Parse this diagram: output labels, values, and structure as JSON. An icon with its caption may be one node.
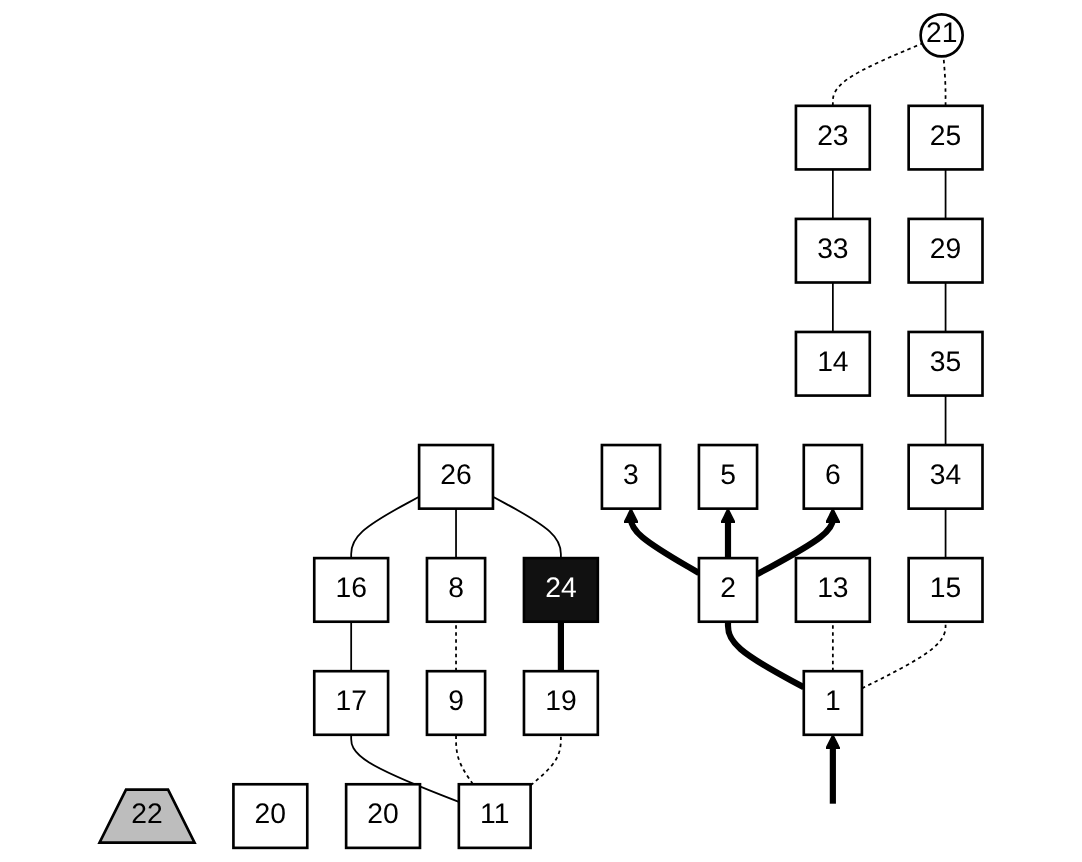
{
  "diagram": {
    "nodes": [
      {
        "text": [
          "21"
        ]
      },
      {
        "text": [
          "23"
        ]
      },
      {
        "text": [
          "25"
        ]
      },
      {
        "text": [
          "29"
        ]
      },
      {
        "text": [
          "22"
        ]
      },
      {
        "text": [
          "33"
        ]
      },
      {
        "text": [
          "19"
        ]
      },
      {
        "text": [
          "24"
        ]
      },
      {
        "text": [
          "26"
        ]
      },
      {
        "text": [
          "35"
        ]
      },
      {
        "text": [
          "3"
        ]
      },
      {
        "text": [
          "20"
        ]
      },
      {
        "text": [
          "20"
        ]
      },
      {
        "text": [
          "5"
        ]
      },
      {
        "text": [
          "2"
        ]
      },
      {
        "text": [
          "6"
        ]
      },
      {
        "text": [
          "9"
        ]
      },
      {
        "text": [
          "8"
        ]
      },
      {
        "text": [
          "11"
        ]
      },
      {
        "text": [
          "17"
        ]
      },
      {
        "text": [
          "16"
        ]
      },
      {
        "text": [
          "14"
        ]
      },
      {
        "text": [
          "13"
        ]
      },
      {
        "text": [
          "1"
        ]
      },
      {
        "text": [
          "15"
        ]
      },
      {
        "text": [
          "34"
        ]
      }
    ],
    "edges": [
      {
        "from": null,
        "to": 23,
        "arrow": "to",
        "style": "thick"
      },
      {
        "from": 23,
        "to": 14,
        "arrow": "none",
        "style": "thick"
      },
      {
        "from": 14,
        "to": 10,
        "arrow": "to",
        "style": "thick"
      },
      {
        "from": 14,
        "to": 13,
        "arrow": "to",
        "style": "thick"
      },
      {
        "from": 14,
        "to": 15,
        "arrow": "to",
        "style": "thick"
      },
      {
        "from": 23,
        "to": 22,
        "arrow": "none",
        "style": "dashed"
      },
      {
        "from": 21,
        "to": 5,
        "arrow": "none"
      },
      {
        "from": 5,
        "to": 1,
        "arrow": "none"
      },
      {
        "from": 1,
        "to": 0,
        "arrow": "none",
        "style": "dashed"
      },
      {
        "from": 23,
        "to": 24,
        "arrow": "none",
        "style": "dashed"
      },
      {
        "from": 24,
        "to": 25,
        "arrow": "none"
      },
      {
        "from": 25,
        "to": 9,
        "arrow": "none"
      },
      {
        "from": 9,
        "to": 3,
        "arrow": "none"
      },
      {
        "from": 3,
        "to": 2,
        "arrow": "none"
      },
      {
        "from": 2,
        "to": 0,
        "arrow": "none",
        "style": "dashed"
      },
      {
        "from": 18,
        "to": 19,
        "arrow": "none"
      },
      {
        "from": 19,
        "to": 20,
        "arrow": "none"
      },
      {
        "from": 18,
        "to": 16,
        "arrow": "none",
        "style": "dashed"
      },
      {
        "from": 16,
        "to": 17,
        "arrow": "none",
        "style": "dashed"
      },
      {
        "from": 18,
        "to": 6,
        "arrow": "none",
        "style": "dashed"
      },
      {
        "from": 20,
        "to": 8,
        "arrow": "none"
      },
      {
        "from": 17,
        "to": 8,
        "arrow": "none"
      },
      {
        "from": 6,
        "to": 7,
        "arrow": "none",
        "style": "thick"
      },
      {
        "from": 7,
        "to": 8,
        "arrow": "none"
      }
    ]
  }
}
